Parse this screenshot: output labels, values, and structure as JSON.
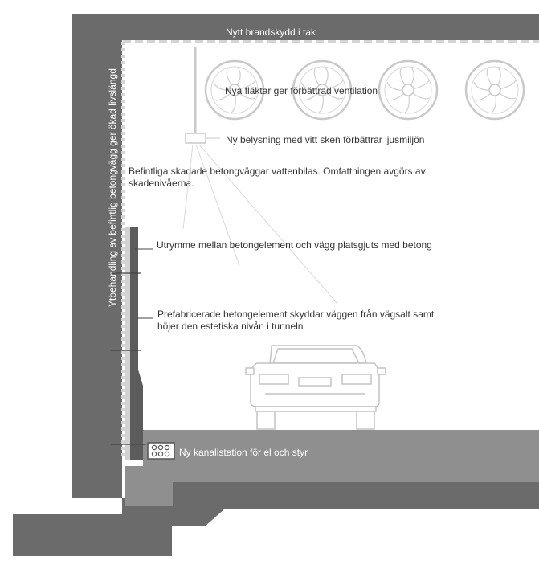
{
  "labels": {
    "roof_fire_protection": "Nytt brandskydd i tak",
    "fans": "Nya fläktar ger förbättrad ventilation",
    "lighting": "Ny belysning med vitt sken förbättrar ljusmiljön",
    "damaged_walls": "Befintliga  skadade betongväggar vattenbilas. Omfattningen avgörs av skadenivåerna.",
    "gap_fill": "Utrymme mellan betongelement och vägg platsgjuts med betong",
    "prefab_elements": "Prefabricerade betongelement skyddar väggen från vägsalt samt höjer den estetiska nivån i tunneln",
    "cable_duct": "Ny kanalistation för el och styr",
    "wall_surface_treatment": "Ytbehandling av befintlig betongvägg ger ökad livslängd"
  },
  "colors": {
    "concrete_dark": "#6b6b6b",
    "concrete_mid": "#8a8a8a",
    "concrete_light": "#bdbdbd",
    "road": "#8f8f8f",
    "line_light": "#c9c9c9",
    "fire_protection_dash": "#d4d4d4",
    "text": "#333333"
  },
  "icons": {
    "fan": "fan-icon",
    "lamp": "lamp-icon",
    "car": "car-icon",
    "duct": "cable-duct-icon"
  }
}
